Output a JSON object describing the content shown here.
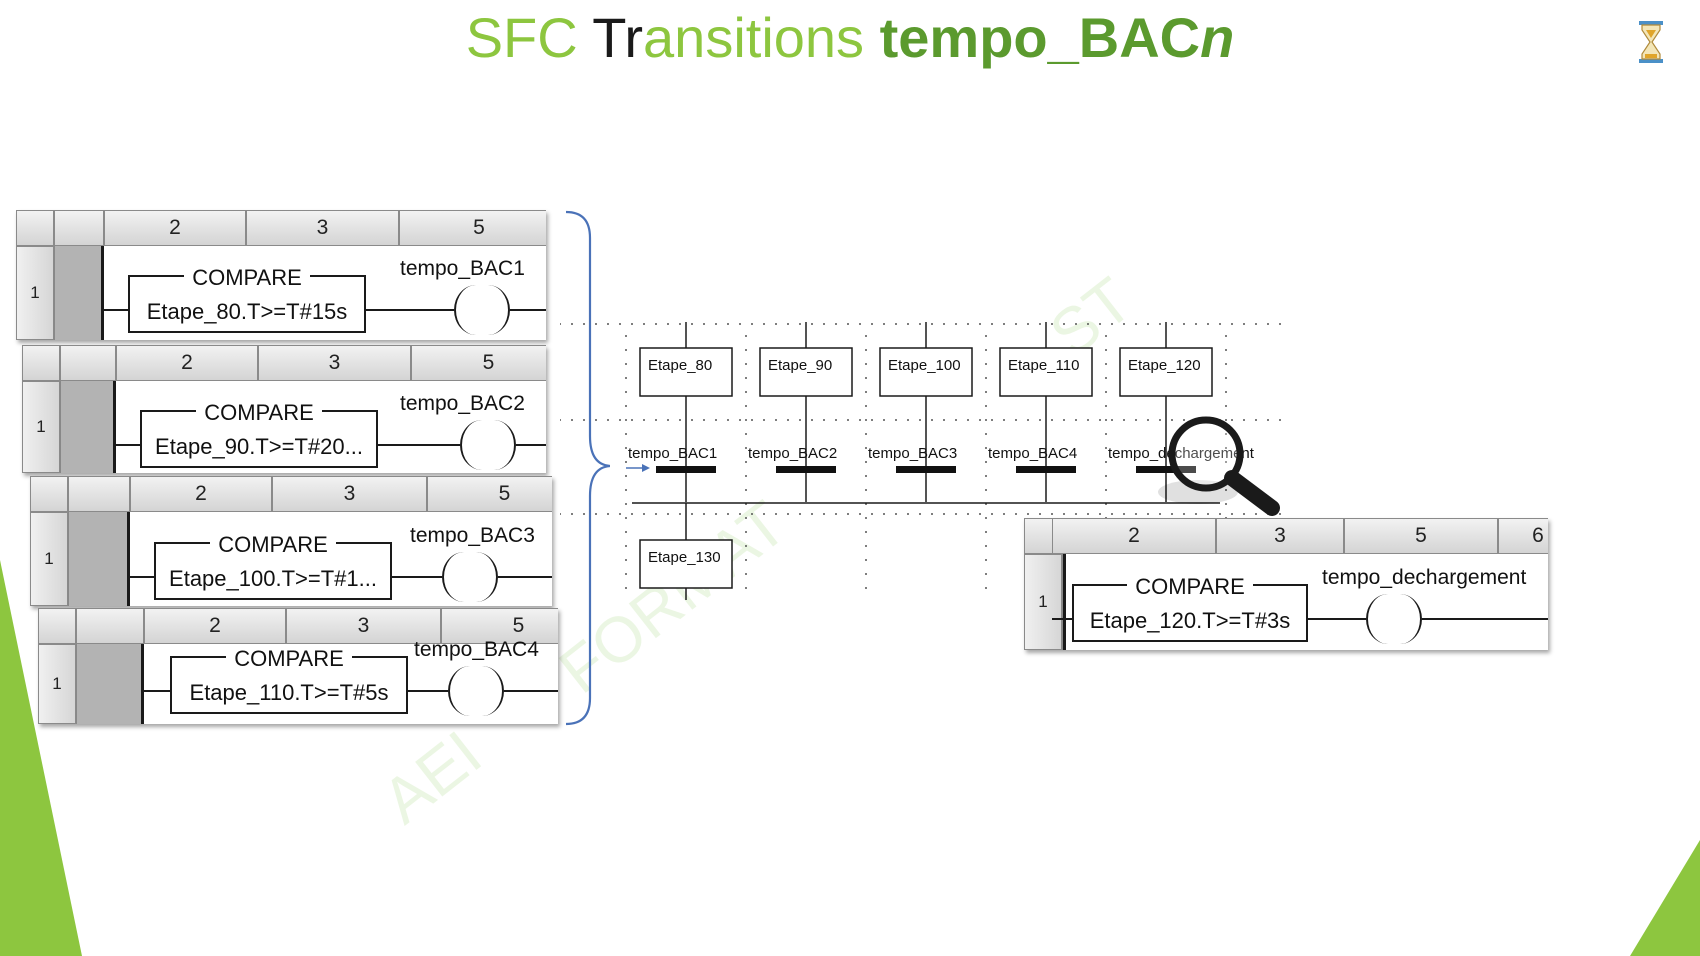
{
  "slide": {
    "title_parts": [
      "SFC ",
      "Tr",
      "ansitions ",
      "tempo_BAC",
      "n"
    ],
    "icon": "hourglass-icon",
    "watermark": [
      "AEI",
      "FORMAT",
      "ST"
    ]
  },
  "colors": {
    "accent_green": "#8dc63f",
    "dark_green": "#5b9a2e",
    "brace_blue": "#4a72b8"
  },
  "ladders": [
    {
      "row": "1",
      "cols": [
        "2",
        "3",
        "5"
      ],
      "block": "COMPARE",
      "expr": "Etape_80.T>=T#15s",
      "coil": "tempo_BAC1"
    },
    {
      "row": "1",
      "cols": [
        "2",
        "3",
        "5"
      ],
      "block": "COMPARE",
      "expr": "Etape_90.T>=T#20...",
      "coil": "tempo_BAC2"
    },
    {
      "row": "1",
      "cols": [
        "2",
        "3",
        "5"
      ],
      "block": "COMPARE",
      "expr": "Etape_100.T>=T#1...",
      "coil": "tempo_BAC3"
    },
    {
      "row": "1",
      "cols": [
        "2",
        "3",
        "5"
      ],
      "block": "COMPARE",
      "expr": "Etape_110.T>=T#5s",
      "coil": "tempo_BAC4"
    }
  ],
  "ladder_right": {
    "row": "1",
    "cols": [
      "2",
      "3",
      "5",
      "6"
    ],
    "block": "COMPARE",
    "expr": "Etape_120.T>=T#3s",
    "coil": "tempo_dechargement"
  },
  "sfc": {
    "steps": [
      "Etape_80",
      "Etape_90",
      "Etape_100",
      "Etape_110",
      "Etape_120"
    ],
    "transitions": [
      "tempo_BAC1",
      "tempo_BAC2",
      "tempo_BAC3",
      "tempo_BAC4",
      "tempo_dechargement"
    ],
    "final_step": "Etape_130",
    "magnifier": "magnifier-icon"
  }
}
